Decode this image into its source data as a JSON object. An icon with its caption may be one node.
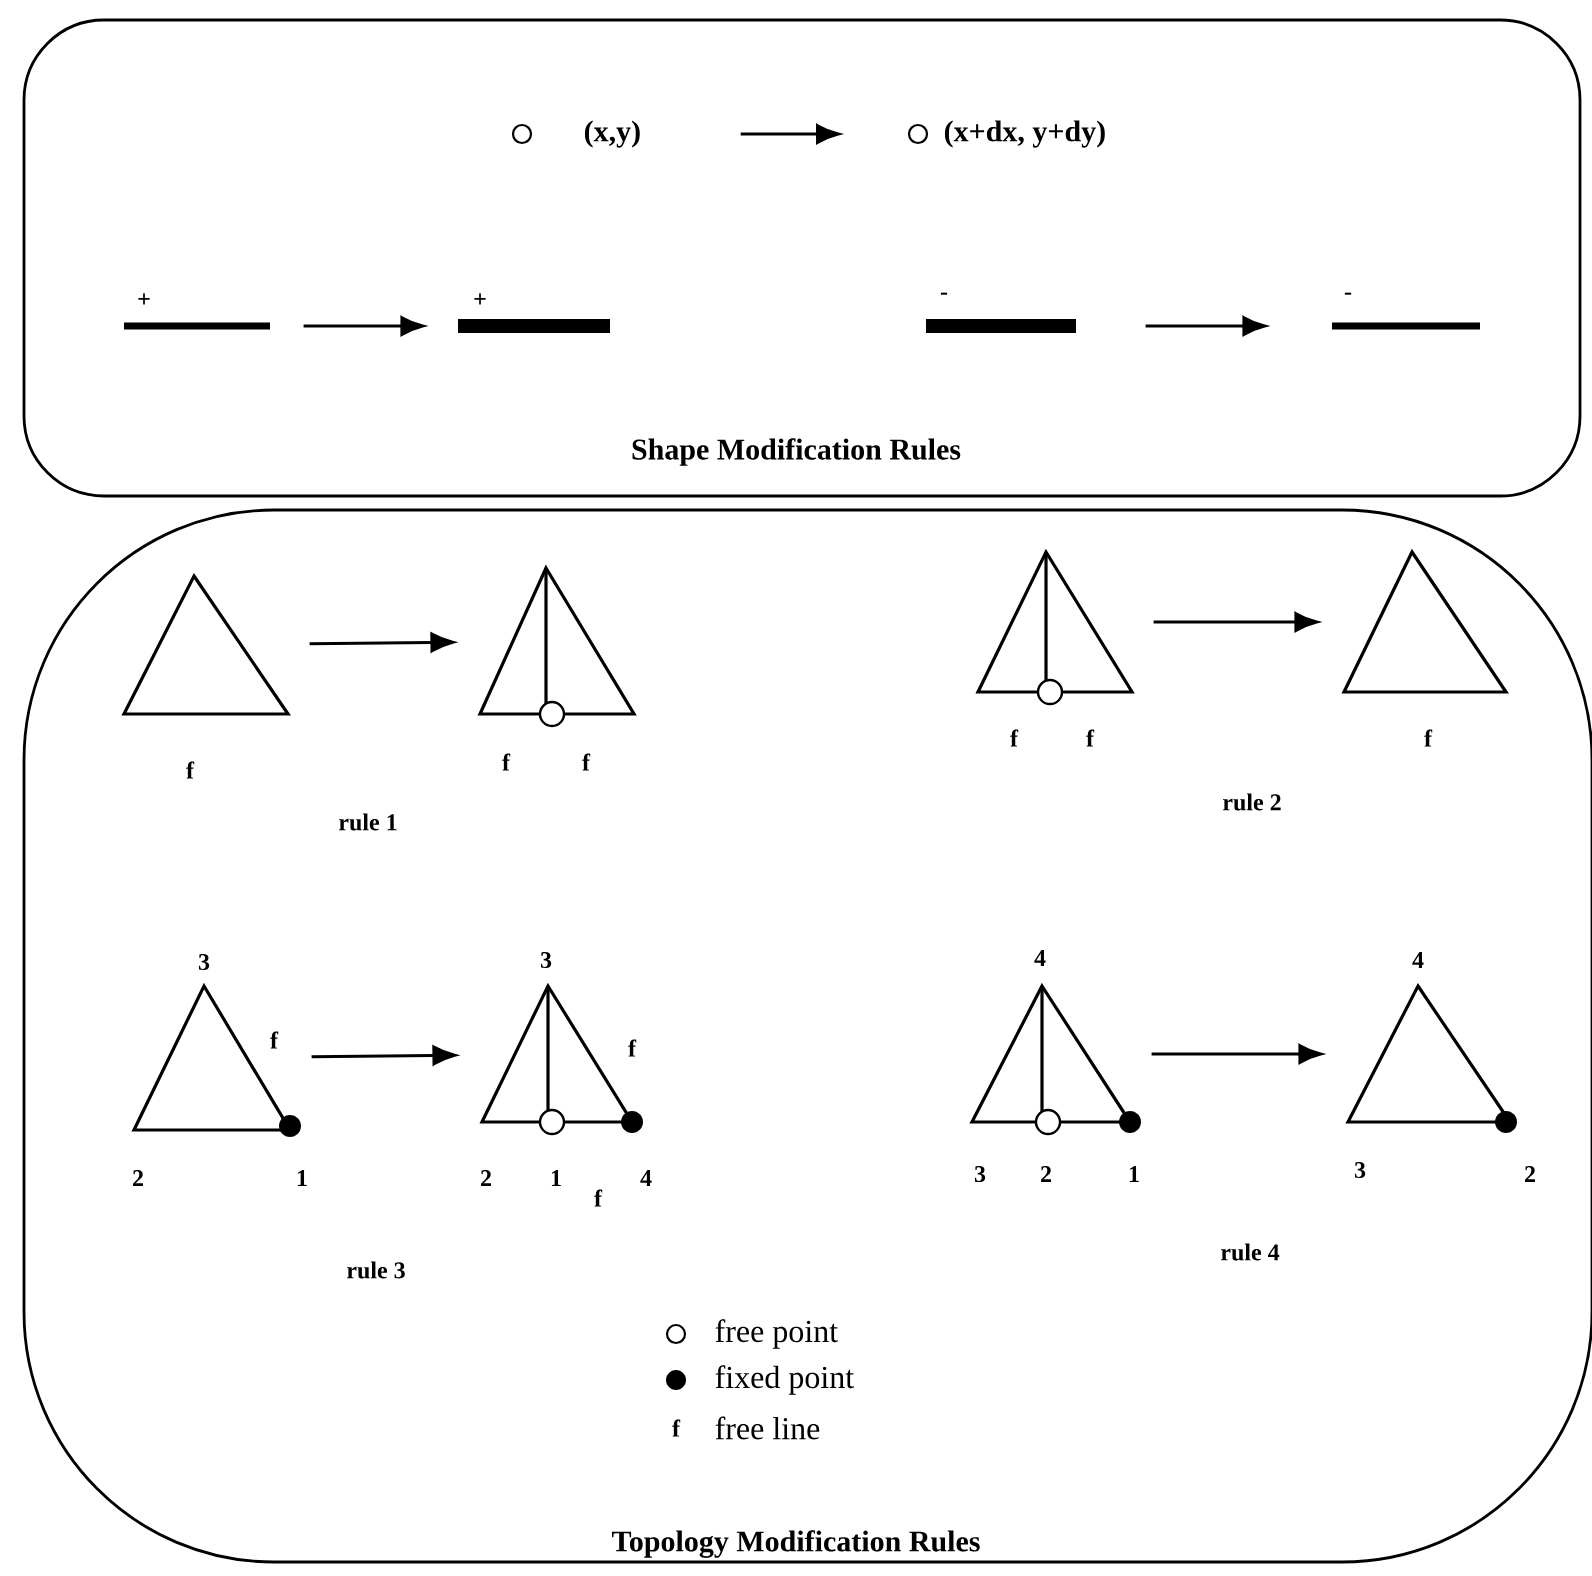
{
  "diagram": {
    "nodes": [
      {
        "text": [
          "Shape Modification Rules"
        ]
      },
      {
        "text": [
          "(x,y)"
        ],
        "in": 0
      },
      {
        "text": [
          "(x+dx, y+dy)"
        ],
        "in": 0
      },
      {
        "text": [
          "+"
        ],
        "in": 0
      },
      {
        "text": [
          "+"
        ],
        "in": 0
      },
      {
        "text": [
          "-"
        ],
        "in": 0
      },
      {
        "text": [
          "-"
        ],
        "in": 0
      },
      {
        "text": [
          "Topology Modification Rules"
        ]
      },
      {
        "text": [
          "f"
        ],
        "in": 7
      },
      {
        "text": [
          "f",
          "f"
        ],
        "in": 7
      },
      {
        "text": [
          "f",
          "f"
        ],
        "in": 7
      },
      {
        "text": [
          "f"
        ],
        "in": 7
      },
      {
        "text": [
          "3",
          "f",
          "2",
          "1"
        ],
        "in": 7
      },
      {
        "text": [
          "3",
          "f",
          "2",
          "1",
          "f",
          "4"
        ],
        "in": 7
      },
      {
        "text": [
          "4",
          "3",
          "2",
          "1"
        ],
        "in": 7
      },
      {
        "text": [
          "4",
          "3",
          "2"
        ],
        "in": 7
      }
    ],
    "edges": [
      {
        "from": 1,
        "to": 2,
        "arrow": "to"
      },
      {
        "from": 3,
        "to": 4,
        "arrow": "to"
      },
      {
        "from": 5,
        "to": 6,
        "arrow": "to"
      },
      {
        "from": 8,
        "to": 9,
        "arrow": "to"
      },
      {
        "from": 10,
        "to": 11,
        "arrow": "to"
      },
      {
        "from": 12,
        "to": 13,
        "arrow": "to"
      },
      {
        "from": 14,
        "to": 15,
        "arrow": "to"
      }
    ],
    "labels": [
      "rule 1",
      "rule 2",
      "rule 3",
      "rule 4",
      "f"
    ],
    "legend": [
      {
        "text": "free point"
      },
      {
        "text": "fixed point"
      },
      {
        "text": "free line"
      }
    ]
  }
}
